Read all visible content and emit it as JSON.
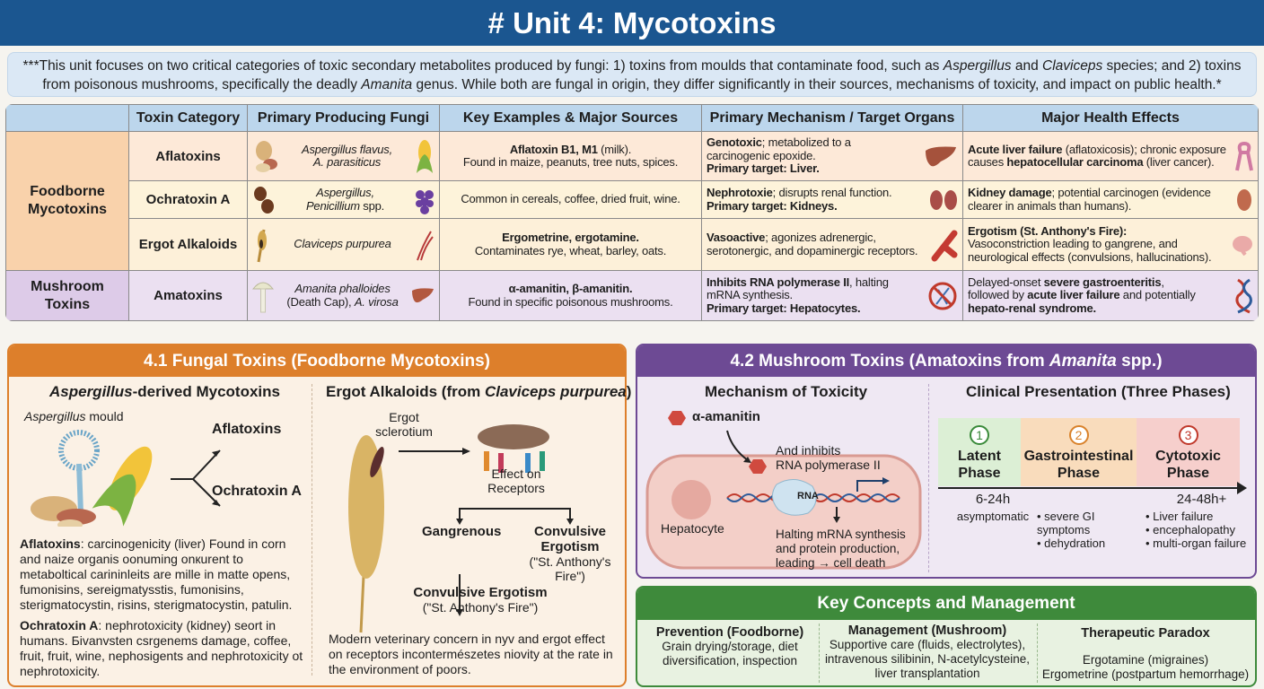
{
  "title": "# Unit 4: Mycotoxins",
  "intro": [
    [
      "***This unit focuses on two critical categories of toxic secondary metabolites produced by fungi: 1) toxins from moulds that contaminate food, such as ",
      ""
    ],
    [
      "Aspergillus",
      "i"
    ],
    [
      " and ",
      ""
    ],
    [
      "Claviceps",
      "i"
    ],
    [
      " species; and 2) toxins from poisonous mushrooms, specifically the deadly ",
      ""
    ],
    [
      "Amanita",
      "i"
    ],
    [
      " genus. While both are fungal in origin, they differ significantly in their sources, mechanisms of toxicity, and impact on public health.*",
      ""
    ]
  ],
  "table": {
    "headers": [
      "",
      "Toxin Category",
      "Primary Producing Fungi",
      "Key Examples & Major Sources",
      "Primary Mechanism / Target Organs",
      "Major Health Effects"
    ],
    "groups": [
      "Foodborne Mycotoxins",
      "Mushroom Toxins"
    ],
    "rows": [
      {
        "category": "Aflatoxins",
        "fungi": [
          [
            "Aspergillus flavus,",
            "i"
          ],
          [
            "\n",
            ""
          ],
          [
            "A. parasiticus",
            "i"
          ]
        ],
        "examples": [
          [
            "Aflatoxin B1, M1",
            "b"
          ],
          [
            " (milk).\nFound in maize, peanuts, tree nuts, spices.",
            ""
          ]
        ],
        "mechanism": [
          [
            "Genotoxic",
            "b"
          ],
          [
            "; metabolized to a\ncarcinogenic epoxide.\n",
            ""
          ],
          [
            "Primary target: Liver.",
            "b"
          ]
        ],
        "effects": [
          [
            "Acute liver failure",
            "b"
          ],
          [
            " (aflatoxicosis); chronic exposure causes ",
            ""
          ],
          [
            "hepatocellular carcinoma",
            "b"
          ],
          [
            " (liver cancer).",
            ""
          ]
        ]
      },
      {
        "category": "Ochratoxin A",
        "fungi": [
          [
            "Aspergillus,",
            "i"
          ],
          [
            "\n",
            ""
          ],
          [
            "Penicillium",
            "i"
          ],
          [
            " spp.",
            ""
          ]
        ],
        "examples": [
          [
            "Common in cereals, coffee, dried fruit, wine.",
            ""
          ]
        ],
        "mechanism": [
          [
            "Nephrotoxie",
            "b"
          ],
          [
            "; disrupts renal function.\n",
            ""
          ],
          [
            "Primary target: Kidneys.",
            "b"
          ]
        ],
        "effects": [
          [
            "Kidney damage",
            "b"
          ],
          [
            "; potential carcinogen (evidence clearer in animals than humans).",
            ""
          ]
        ]
      },
      {
        "category": "Ergot Alkaloids",
        "fungi": [
          [
            "Claviceps purpurea",
            "i"
          ]
        ],
        "examples": [
          [
            "Ergometrine, ergotamine.",
            "b"
          ],
          [
            "\nContaminates rye, wheat, barley, oats.",
            ""
          ]
        ],
        "mechanism": [
          [
            "Vasoactive",
            "b"
          ],
          [
            "; agonizes adrenergic, serotonergic, and dopaminergic receptors.",
            ""
          ]
        ],
        "effects": [
          [
            "Ergotism (St. Anthony's Fire):",
            "b"
          ],
          [
            "\nVasoconstriction leading to gangrene, and neurological effects (convulsions, hallucinations).",
            ""
          ]
        ]
      },
      {
        "category": "Amatoxins",
        "fungi": [
          [
            "Amanita phalloides",
            "i"
          ],
          [
            "\n(Death Cap), ",
            ""
          ],
          [
            "A. virosa",
            "i"
          ]
        ],
        "examples": [
          [
            "α-amanitin, β-amanitin.",
            "b"
          ],
          [
            "\nFound in specific poisonous mushrooms.",
            ""
          ]
        ],
        "mechanism": [
          [
            "Inhibits RNA polymerase II",
            "b"
          ],
          [
            ", halting mRNA synthesis.\n",
            ""
          ],
          [
            "Primary target: Hepatocytes.",
            "b"
          ]
        ],
        "effects": [
          [
            "Delayed-onset ",
            ""
          ],
          [
            "severe gastroenteritis",
            "b"
          ],
          [
            ",\nfollowed by ",
            ""
          ],
          [
            "acute liver failure",
            "b"
          ],
          [
            " and potentially ",
            ""
          ],
          [
            "hepato-renal syndrome.",
            "b"
          ]
        ]
      }
    ]
  },
  "fungal": {
    "title": "4.1 Fungal Toxins (Foodborne Mycotoxins)",
    "asp_title": [
      [
        "Aspergillus",
        "i"
      ],
      [
        "-derived Mycotoxins",
        ""
      ]
    ],
    "asp_mould": [
      [
        "Aspergillus",
        "i"
      ],
      [
        " mould",
        ""
      ]
    ],
    "arrow_aflatoxins": "Aflatoxins",
    "arrow_ochratoxin": "Ochratoxin A",
    "aflatoxins_text": [
      [
        "Aflatoxins",
        "b"
      ],
      [
        ": carcinogenicity (liver) Found in corn and naize organis oonuming onкurent to metaboltical carininleits are mille in matte opens, fumonisins, sereigmatysstis, fumonisins, sterigmatocystin, risins, sterigmatocystin, patulin.",
        ""
      ]
    ],
    "ochratoxin_text": [
      [
        "Ochratoxin A",
        "b"
      ],
      [
        ": nephrotoxicity (kidney) seort in humans. Бivanvsten csrgenems damage, coffee, fruit, fruit, wine, nephosigents and nephrotoxicity ot nephrotoxicity.",
        ""
      ]
    ],
    "ergot_title": [
      [
        "Ergot Alkaloids (from ",
        ""
      ],
      [
        "Claviceps purpurea",
        "i"
      ],
      [
        ")",
        ""
      ]
    ],
    "sclerotium": "Ergot\nsclerotium",
    "receptors": "Effect on\nReceptors",
    "gangrenous": "Gangrenous",
    "convulsive_right": "Convulsive\nErgotism",
    "convulsive_right_sub": "(\"St. Anthony's\nFire\")",
    "convulsive_bottom": "Convulsive Ergotism",
    "convulsive_bottom_sub": "(\"St. Anthony's Fire\")",
    "ergot_note": "Modern veterinary concern in nyv and ergot effect on receptors incontermészetes niovity at the rate in the environment of poors."
  },
  "mushroom": {
    "title": [
      [
        "4.2 Mushroom Toxins (Amatoxins from ",
        ""
      ],
      [
        "Amanita",
        "i"
      ],
      [
        " spp.)",
        ""
      ]
    ],
    "mech_title": "Mechanism of Toxicity",
    "toxin": "α-amanitin",
    "inhibits": "And inhibits\nRNA polymerase II",
    "rna": "RNA",
    "hepatocyte": "Hepatocyte",
    "halting": "Halting mRNA synthesis\nand protein production,\nleading → cell death",
    "clin_title": "Clinical Presentation (Three Phases)",
    "phases": [
      {
        "num": "1",
        "name": "Latent\nPhase",
        "time": "6-24h",
        "notes": [
          "asymptomatic"
        ],
        "color": "#3a8a3a"
      },
      {
        "num": "2",
        "name": "Gastrointestinal\nPhase",
        "time": "",
        "notes": [
          "severe GI\nsymptoms",
          "dehydration"
        ],
        "color": "#d9822b"
      },
      {
        "num": "3",
        "name": "Cytotoxic\nPhase",
        "time": "24-48h+",
        "notes": [
          "Liver failure",
          "encephalopathy",
          "multi-organ failure"
        ],
        "color": "#c0392b"
      }
    ]
  },
  "key": {
    "title": "Key Concepts and Management",
    "cols": [
      {
        "title": "Prevention (Foodborne)",
        "text": "Grain drying/storage, diet\ndiversification, inspection"
      },
      {
        "title": "Management (Mushroom)",
        "text": "Supportive care (fluids, electrolytes),\nintravenous silibinin, N-acetylcysteine,\nliver transplantation"
      },
      {
        "title": "Therapeutic Paradox",
        "text": "Ergotamine (migraines)\nErgometrine (postpartum hemorrhage)"
      }
    ]
  },
  "colors": {
    "header": "#1b5690",
    "orange": "#dd7f2b",
    "purple": "#6d4a94",
    "green": "#3e8a3b"
  }
}
